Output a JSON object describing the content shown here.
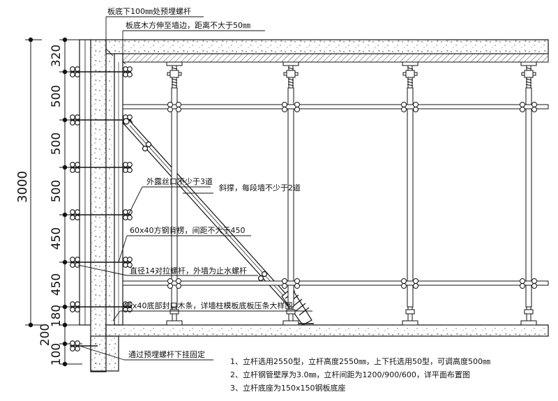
{
  "annotations": {
    "embedded_bolt": "板底下100㎜处预埋螺杆",
    "timber_extend": "板底木方伸至墙边，距离不大于50㎜",
    "thread_exposed": "外露丝口不少于3道",
    "diagonal_brace": "斜撑，每段墙不少于2道",
    "steel_back_rib": "60x40方钢背楞，间距不大于450",
    "tie_bolt": "直径14对拉螺杆，外墙为止水螺杆",
    "bottom_seal": "45x40底部封口木条，详墙柱模板底板压条大样图",
    "hang_fix": "通过预埋螺杆下挂固定"
  },
  "dimensions": {
    "total": "3000",
    "segments": [
      "320",
      "500",
      "500",
      "500",
      "450",
      "450",
      "180",
      "200",
      "100"
    ]
  },
  "notes": [
    "1、立杆选用2550型，立杆高度2550㎜，上下托选用50型，可调高度500㎜",
    "2、立杆钢管壁厚为3.0㎜，立杆间距为1200/900/600，详平面布置图",
    "3、立杆底座为150x150钢板底座"
  ]
}
